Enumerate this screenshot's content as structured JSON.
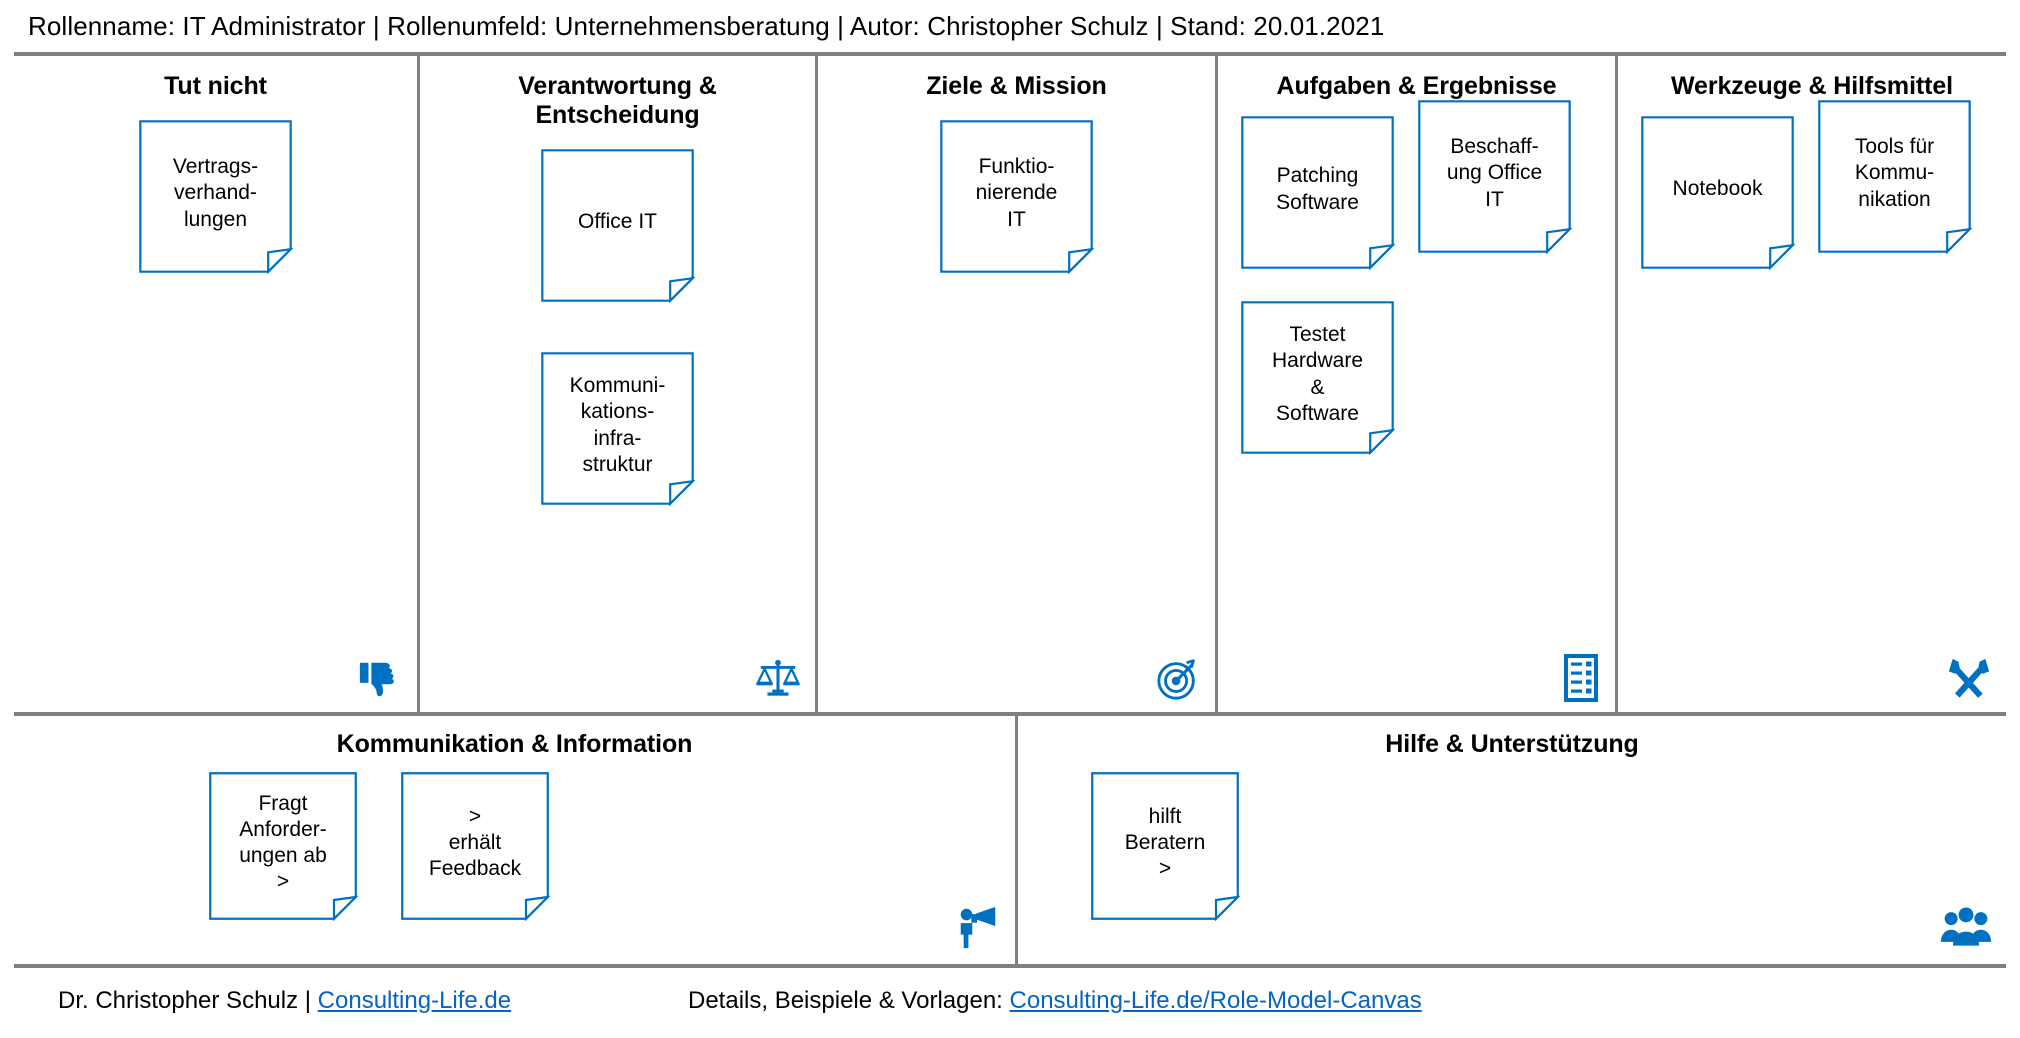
{
  "header": {
    "meta": "Rollenname: IT Administrator  |  Rollenumfeld: Unternehmensberatung  |  Autor: Christopher Schulz  |  Stand: 20.01.2021"
  },
  "accent_color": "#0070C0",
  "divider_color": "#808080",
  "link_color": "#0563C1",
  "columns": [
    {
      "title": "Tut nicht",
      "icon": "thumbs-down-icon",
      "rows": [
        {
          "notes": [
            "Vertrags-\nverhand-\nlungen"
          ]
        }
      ]
    },
    {
      "title": "Verantwortung &\nEntscheidung",
      "icon": "scales-balance-icon",
      "rows": [
        {
          "notes": [
            "Office IT"
          ]
        },
        {
          "notes": [
            "Kommuni-\nkations-\ninfra-\nstruktur"
          ]
        }
      ]
    },
    {
      "title": "Ziele & Mission",
      "icon": "target-icon",
      "rows": [
        {
          "notes": [
            "Funktio-\nnierende\nIT"
          ]
        }
      ]
    },
    {
      "title": "Aufgaben & Ergebnisse",
      "icon": "checklist-icon",
      "rows": [
        {
          "notes": [
            "Patching\nSoftware",
            "Beschaff-\nung Office\nIT"
          ]
        },
        {
          "notes": [
            "Testet\nHardware\n&\nSoftware"
          ]
        }
      ]
    },
    {
      "title": "Werkzeuge & Hilfsmittel",
      "icon": "crossed-hammers-icon",
      "rows": [
        {
          "notes": [
            "Notebook",
            "Tools für\nKommu-\nnikation"
          ]
        }
      ]
    }
  ],
  "bottom_columns": [
    {
      "title": "Kommunikation & Information",
      "icon": "megaphone-person-icon",
      "notes": [
        "Fragt\nAnforder-\nungen ab\n>",
        ">\nerhält\nFeedback"
      ]
    },
    {
      "title": "Hilfe & Unterstützung",
      "icon": "people-group-icon",
      "notes": [
        "hilft\nBeratern\n>"
      ]
    }
  ],
  "footer": {
    "author_prefix": "Dr. Christopher Schulz  |  ",
    "author_link": "Consulting-Life.de",
    "details_prefix": "Details, Beispiele & Vorlagen: ",
    "details_link": "Consulting-Life.de/Role-Model-Canvas"
  }
}
